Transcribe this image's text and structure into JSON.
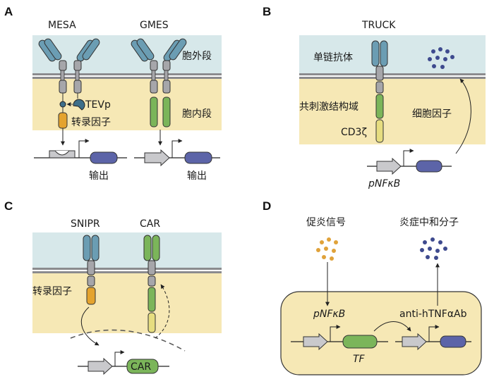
{
  "panels": {
    "a": {
      "letter": "A",
      "mesa": "MESA",
      "gmes": "GMES",
      "extracellular": "胞外段",
      "tevp": "TEVp",
      "intracellular": "胞内段",
      "tf": "转录因子",
      "output_left": "输出",
      "output_right": "输出"
    },
    "b": {
      "letter": "B",
      "truck": "TRUCK",
      "scfv": "单链抗体",
      "costim": "共刺激结构域",
      "cd3": "CD3ζ",
      "cytokine": "细胞因子",
      "promoter": "pNFκB"
    },
    "c": {
      "letter": "C",
      "snipr": "SNIPR",
      "car": "CAR",
      "tf": "转录因子",
      "car_gene": "CAR"
    },
    "d": {
      "letter": "D",
      "pro_signal": "促炎信号",
      "anti_inflam": "炎症中和分子",
      "promoter": "pNFκB",
      "tf": "TF",
      "antibody": "anti-hTNFαAb"
    }
  },
  "colors": {
    "extracellular": "#d7e8ea",
    "intracellular": "#f6e8b5",
    "membrane": "#8b8b8e",
    "receptor_blue": "#6b9db3",
    "receptor_gray": "#a6a6aa",
    "green": "#7bb55a",
    "yellow": "#e6dd80",
    "orange": "#e4a32e",
    "output_blue": "#5c64a8",
    "dots_blue": "#3e4a8e",
    "dots_orange": "#e0a23a"
  }
}
